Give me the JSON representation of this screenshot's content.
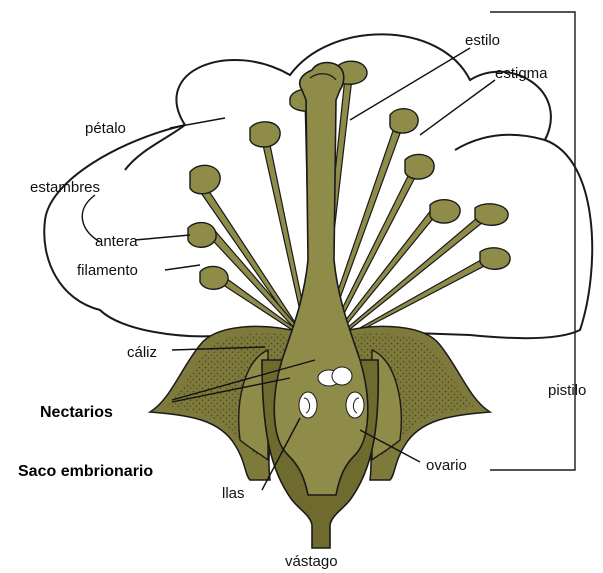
{
  "labels": {
    "estilo": "estilo",
    "estigma": "estigma",
    "petalo": "pétalo",
    "estambres": "estambres",
    "antera": "antera",
    "filamento": "filamento",
    "caliz": "cáliz",
    "nectarios": "Nectarios",
    "saco": "Saco embrionario",
    "ovulos": "llas",
    "ovario": "ovario",
    "pistilo": "pistilo",
    "vastago": "vástago"
  },
  "colors": {
    "tissue": "#8f8b48",
    "tissue_dark": "#6f6b2f",
    "stipple": "#3b3a1a",
    "outline": "#1a1a1a",
    "petal_fill": "#ffffff"
  }
}
